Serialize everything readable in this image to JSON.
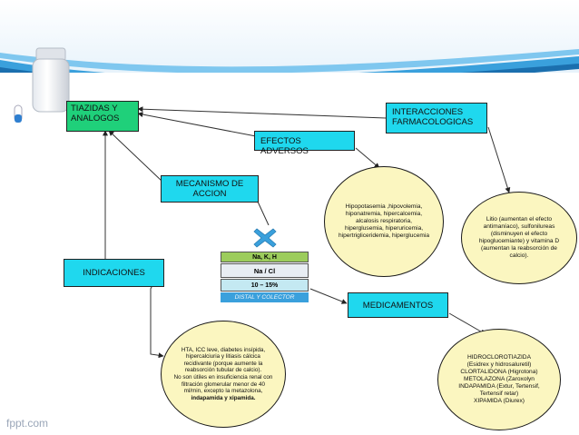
{
  "title_box": {
    "label": "TIAZIDAS Y ANALOGOS"
  },
  "interacciones_box": {
    "label": "INTERACCIONES FARMACOLOGICAS"
  },
  "efectos_box": {
    "label": "EFECTOS ADVERSOS"
  },
  "mecanismo_box": {
    "label": "MECANISMO DE ACCION"
  },
  "indicaciones_box": {
    "label": "INDICACIONES"
  },
  "medicamentos_box": {
    "label": "MEDICAMENTOS"
  },
  "efectos_ellipse": {
    "lines": [
      "Hipopotasemia ,hipovolemia,",
      "hiponatremia, hipercalcemia,",
      "alcalosis respiratoria,",
      "hiperglusemia, hiperuricemia,",
      "hipertrigliceridemia, hiperglucemia"
    ]
  },
  "interacciones_ellipse": {
    "lines": [
      "Litio (aumentan el efecto",
      "antimaníaco), sulfonilureas",
      "(disminuyen el efecto",
      "hipoglucemiante) y vitamina D",
      "(aumentan la reabsorción de",
      "calcio)."
    ]
  },
  "indicaciones_ellipse": {
    "lines": [
      "HTA, ICC leve, diabetes insípida,",
      "hipercalciuria y litiasis cálcica",
      "recidivante (porque aumente la",
      "reabsorción tubular de calcio).",
      "No son útiles en insuficiencia renal con",
      "filtración glomerular menor de 40",
      "ml/min, excepto la metazolona,",
      "indapamida y xipamida."
    ]
  },
  "medicamentos_ellipse": {
    "lines": [
      "HIDROCLOROTIAZIDA",
      "(Esidrex y hidrosaluretil)",
      "CLORTALIDONA (Higrotona)",
      "METOLAZONA (Zaroxolyn",
      "INDAPAMIDA (Extur, Tertensif,",
      "Tertensif retar)",
      "XIPAMIDA (Diurex)"
    ]
  },
  "mechanism_strips": {
    "s1": "Na, K, H",
    "s2": "Na / Cl",
    "s3": "10 – 15%",
    "s4": "DISTAL Y COLECTOR"
  },
  "footer": {
    "brand": "fppt.com"
  },
  "colors": {
    "green": "#1fd07a",
    "cyan": "#1fd8ee",
    "ellipse_fill": "#fbf6c0",
    "banner_blue": "#3aa0dc",
    "x_mark": "#3aa0dc"
  },
  "icons": {
    "bottle": "medicine-bottle-icon",
    "x": "x-mark-icon"
  }
}
